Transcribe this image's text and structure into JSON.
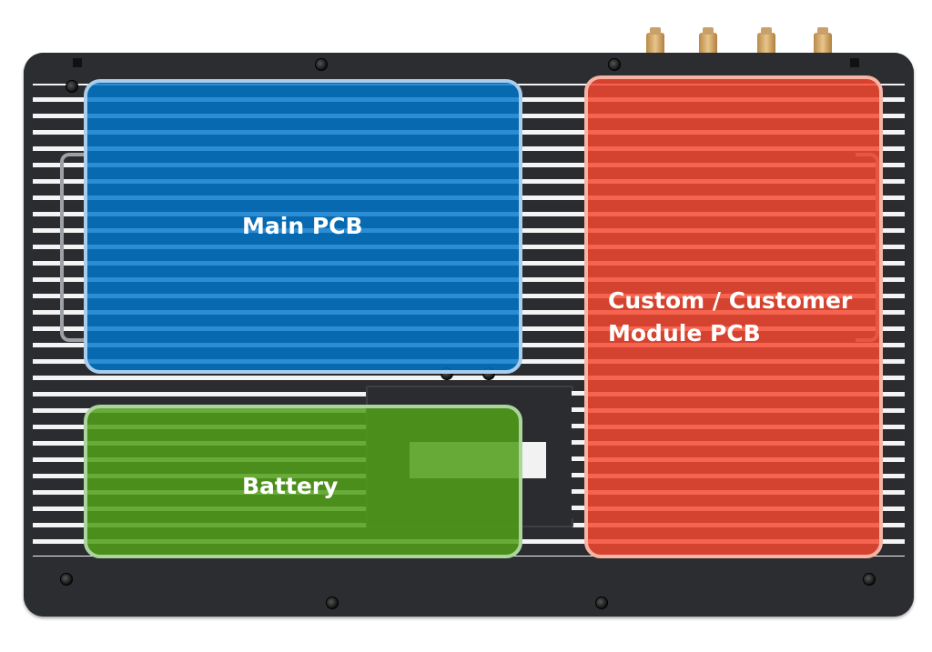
{
  "diagram": {
    "regions": {
      "main_pcb": {
        "label": "Main PCB",
        "color": "#0076cd"
      },
      "custom_module_pcb": {
        "label_line1": "Custom / Customer",
        "label_line2": "Module PCB",
        "color": "#f64830"
      },
      "battery": {
        "label": "Battery",
        "color": "#529e18"
      }
    },
    "enclosure": {
      "body_color": "#2a2c30",
      "stripe_color": "#f4f4f4",
      "connectors": 4,
      "connector_color": "#c9a06a"
    }
  }
}
